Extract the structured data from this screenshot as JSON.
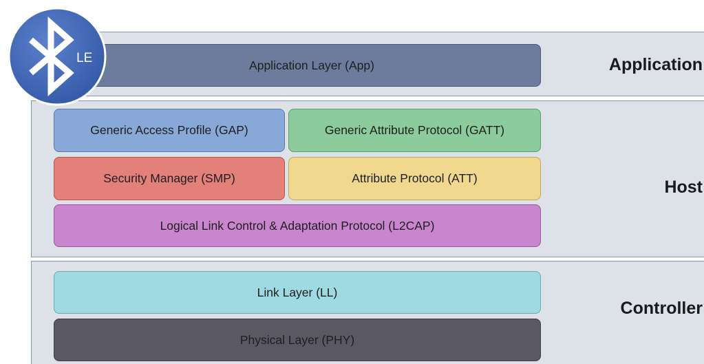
{
  "sections": {
    "application": {
      "label": "Application"
    },
    "host": {
      "label": "Host"
    },
    "controller": {
      "label": "Controller"
    }
  },
  "layers": {
    "app": {
      "label": "Application Layer (App)",
      "color": "#6d7b9c"
    },
    "gap": {
      "label": "Generic Access Profile (GAP)",
      "color": "#88a8d8"
    },
    "gatt": {
      "label": "Generic Attribute Protocol (GATT)",
      "color": "#8ccc9c"
    },
    "smp": {
      "label": "Security Manager (SMP)",
      "color": "#e3807a"
    },
    "att": {
      "label": "Attribute Protocol (ATT)",
      "color": "#f0d88e"
    },
    "l2cap": {
      "label": "Logical Link Control & Adaptation Protocol (L2CAP)",
      "color": "#c986cf"
    },
    "ll": {
      "label": "Link Layer (LL)",
      "color": "#9fd9e1"
    },
    "phy": {
      "label": "Physical Layer (PHY)",
      "color": "#595863"
    }
  },
  "logo": {
    "icon": "bluetooth-le-icon",
    "text": "LE",
    "color": "#3f65b5"
  }
}
